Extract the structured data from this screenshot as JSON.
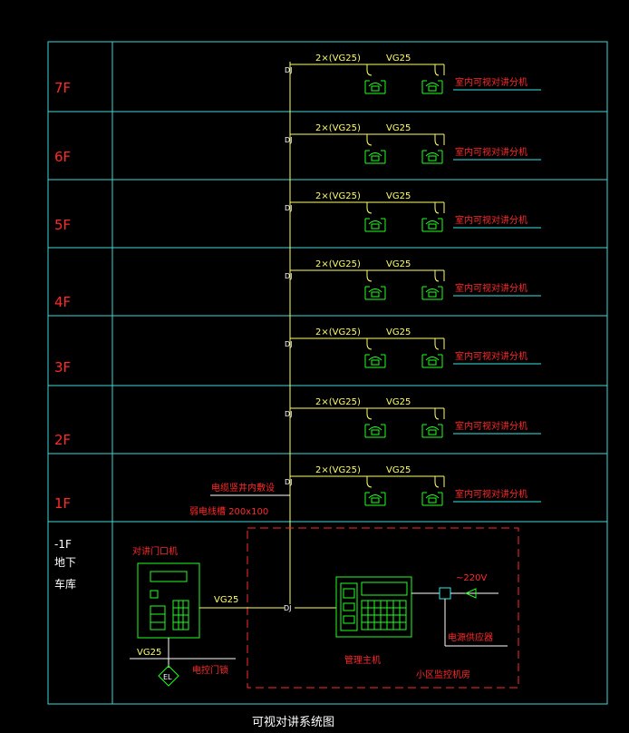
{
  "floors": [
    {
      "label": "7F",
      "dj": "DJ",
      "cable": "2×(VG25)",
      "cable2": "VG25",
      "unit": "室内可视对讲分机"
    },
    {
      "label": "6F",
      "dj": "DJ",
      "cable": "2×(VG25)",
      "cable2": "VG25",
      "unit": "室内可视对讲分机"
    },
    {
      "label": "5F",
      "dj": "DJ",
      "cable": "2×(VG25)",
      "cable2": "VG25",
      "unit": "室内可视对讲分机"
    },
    {
      "label": "4F",
      "dj": "DJ",
      "cable": "2×(VG25)",
      "cable2": "VG25",
      "unit": "室内可视对讲分机"
    },
    {
      "label": "3F",
      "dj": "DJ",
      "cable": "2×(VG25)",
      "cable2": "VG25",
      "unit": "室内可视对讲分机"
    },
    {
      "label": "2F",
      "dj": "DJ",
      "cable": "2×(VG25)",
      "cable2": "VG25",
      "unit": "室内可视对讲分机"
    },
    {
      "label": "1F",
      "dj": "DJ",
      "cable": "2×(VG25)",
      "cable2": "VG25",
      "unit": "室内可视对讲分机"
    }
  ],
  "basement": {
    "label_line1": "-1F",
    "label_line2": "地下",
    "label_line3": "车库",
    "riser_note1": "电缆竖井内敷设",
    "riser_note2": "弱电线槽 200x100",
    "door_station": "对讲门口机",
    "vg25_a": "VG25",
    "vg25_b": "VG25",
    "dj": "DJ",
    "el": "EL",
    "lock": "电控门锁",
    "host": "管理主机",
    "power": "~220V",
    "supply": "电源供应器",
    "room": "小区监控机房"
  },
  "title": "可视对讲系统图",
  "colors": {
    "frame": "#3fd6d6",
    "riser": "#ffff66",
    "device": "#22ff22",
    "text_red": "#ff2a2a",
    "outlet": "#33e8e8"
  }
}
